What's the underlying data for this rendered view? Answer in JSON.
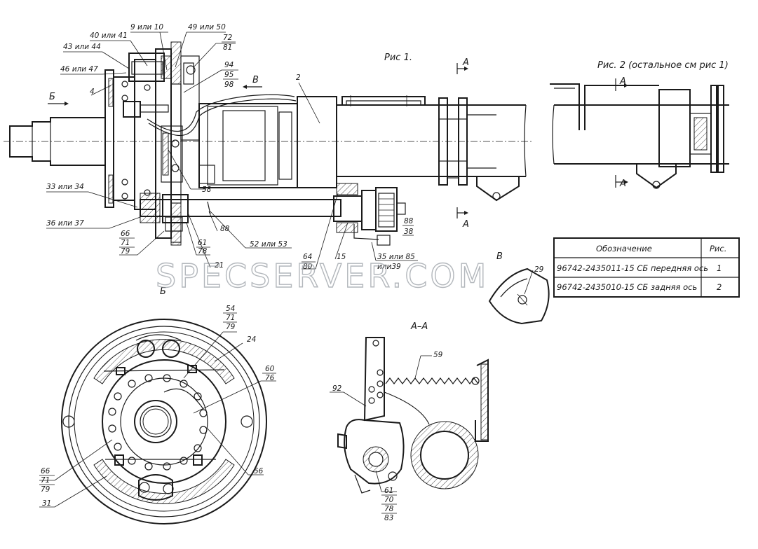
{
  "watermark": "SPECSERVER.COM",
  "figures": {
    "fig1_title": "Рис 1.",
    "fig2_title": "Рис. 2 (остальное см рис 1)",
    "view_b": "Б",
    "view_b_arrow": "Б",
    "view_v": "В",
    "view_v_arrow": "В",
    "section_aa": "А–А",
    "section_mark_a": "А"
  },
  "table": {
    "header_designation": "Обозначение",
    "header_fig": "Рис.",
    "rows": [
      {
        "designation": "96742-2435011-15 СБ передняя ось",
        "fig": "1"
      },
      {
        "designation": "96742-2435010-15 СБ задняя ось",
        "fig": "2"
      }
    ]
  },
  "callouts": {
    "c9_10": "9 или 10",
    "c40_41": "40 или 41",
    "c43_44": "43 или 44",
    "c46_47": "46 или 47",
    "c4": "4",
    "c49_50": "49 или 50",
    "c72": "72",
    "c81": "81",
    "c94": "94",
    "c95": "95",
    "c98": "98",
    "c2": "2",
    "c58": "58",
    "c33_34": "33 или 34",
    "c36_37": "36 или 37",
    "c66": "66",
    "c71": "71",
    "c79": "79",
    "c61": "61",
    "c78": "78",
    "c21": "21",
    "c88a": "88",
    "c52_53": "52 или 53",
    "c64": "64",
    "c80": "80",
    "c15": "15",
    "c35_85": "35 или 85",
    "c_or39": "или39",
    "c88b": "88",
    "c38": "38",
    "c29": "29",
    "c54": "54",
    "c71b": "71",
    "c79b": "79",
    "c24": "24",
    "c60": "60",
    "c76": "76",
    "c56": "56",
    "c66b": "66",
    "c71c": "71",
    "c79c": "79",
    "c31": "31",
    "c59": "59",
    "c92": "92",
    "c61b": "61",
    "c70": "70",
    "c78b": "78",
    "c83": "83"
  }
}
